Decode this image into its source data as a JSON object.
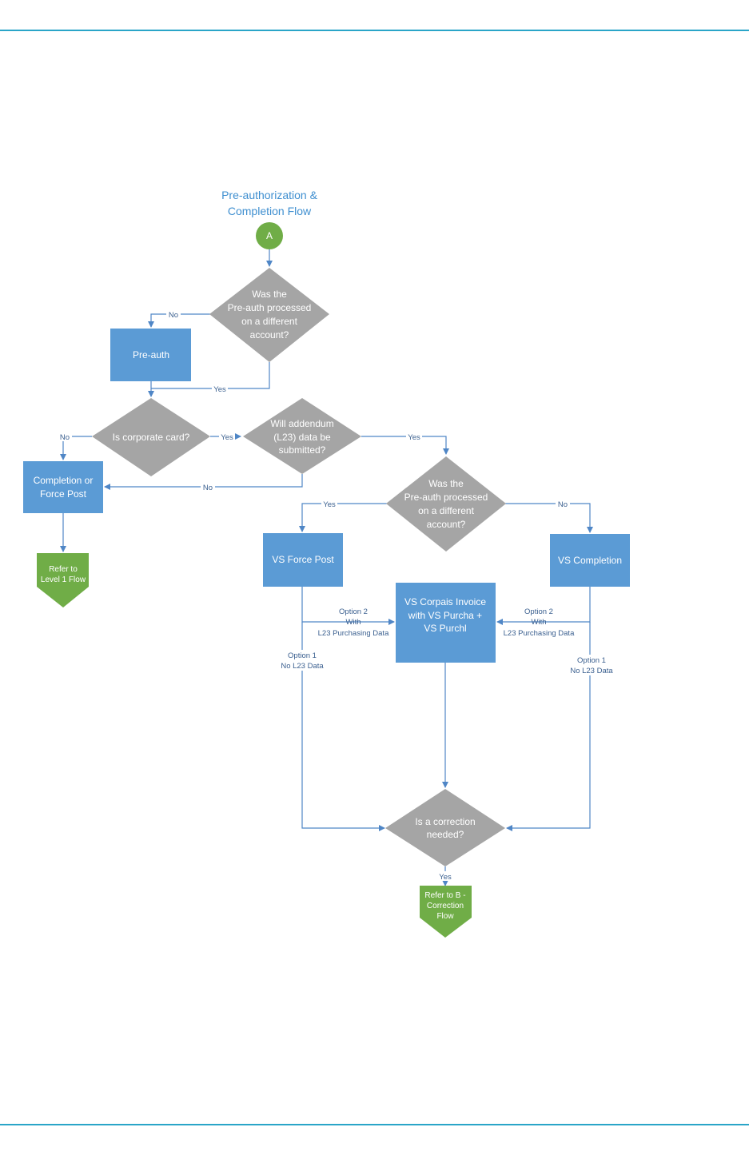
{
  "title": [
    "Pre-authorization &",
    "Completion Flow"
  ],
  "start_connector": "A",
  "nodes": {
    "q_preauth_diff_1": [
      "Was the",
      "Pre-auth processed",
      "on a different",
      "account?"
    ],
    "preauth": [
      "Pre-auth"
    ],
    "q_corporate": [
      "Is corporate card?"
    ],
    "q_addendum": [
      "Will addendum",
      "(L23) data be",
      "submitted?"
    ],
    "completion_force": [
      "Completion or",
      "Force Post"
    ],
    "ref_level1": [
      "Refer to",
      "Level 1 Flow"
    ],
    "q_preauth_diff_2": [
      "Was the",
      "Pre-auth processed",
      "on a different",
      "account?"
    ],
    "vs_force_post": [
      "VS Force Post"
    ],
    "vs_completion": [
      "VS Completion"
    ],
    "vs_corpais": [
      "VS Corpais Invoice",
      "with VS Purcha +",
      "VS Purchl"
    ],
    "q_correction": [
      "Is a correction",
      "needed?"
    ],
    "ref_correction": [
      "Refer to B -",
      "Correction",
      "Flow"
    ]
  },
  "edge_labels": {
    "no_1": "No",
    "yes_1": "Yes",
    "no_2": "No",
    "yes_2": "Yes",
    "yes_3": "Yes",
    "no_3": "No",
    "yes_4": "Yes",
    "no_4": "No",
    "option2_left": [
      "Option 2",
      "With",
      "L23 Purchasing Data"
    ],
    "option2_right": [
      "Option 2",
      "With",
      "L23 Purchasing Data"
    ],
    "option1_left": [
      "Option 1",
      "No L23 Data"
    ],
    "option1_right": [
      "Option 1",
      "No L23 Data"
    ],
    "yes_5": "Yes"
  },
  "colors": {
    "process": "#5b9bd5",
    "decision": "#a5a5a5",
    "terminal": "#70ad47",
    "connector": "#4f86c6",
    "title": "#3f8fd0",
    "rule": "#2aa5c8"
  }
}
